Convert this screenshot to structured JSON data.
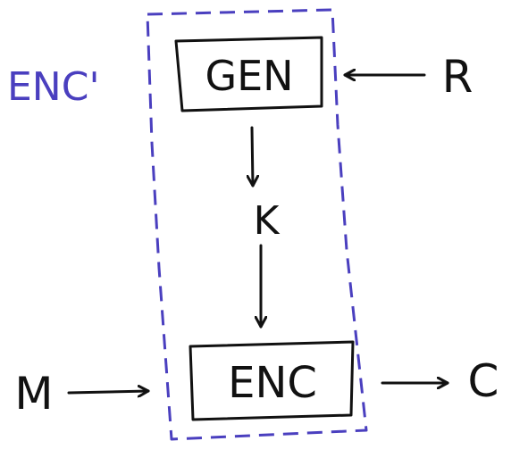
{
  "colors": {
    "ink": "#111111",
    "accent": "#4a3fbf",
    "background": "#ffffff"
  },
  "diagram": {
    "group_label": "ENC'",
    "nodes": {
      "gen": "GEN",
      "enc": "ENC"
    },
    "inputs": {
      "r": "R",
      "m": "M"
    },
    "intermediate": {
      "k": "K"
    },
    "outputs": {
      "c": "C"
    }
  }
}
